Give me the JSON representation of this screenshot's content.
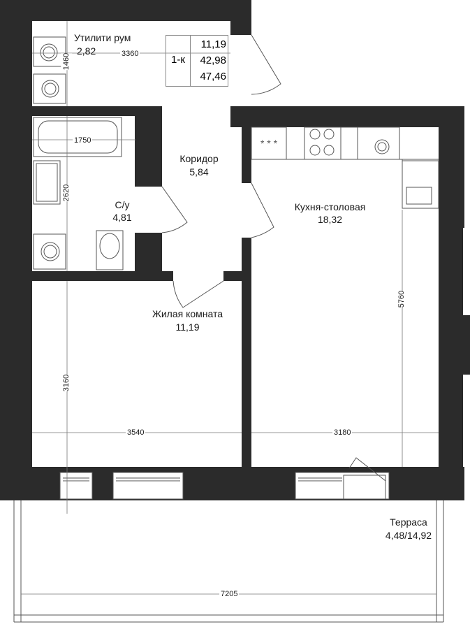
{
  "apartment": {
    "type": "1-к",
    "areas": [
      "11,19",
      "42,98",
      "47,46"
    ]
  },
  "rooms": {
    "utility": {
      "name": "Утилити рум",
      "area": "2,82"
    },
    "corridor": {
      "name": "Коридор",
      "area": "5,84"
    },
    "bathroom": {
      "name": "С/у",
      "area": "4,81"
    },
    "kitchen": {
      "name": "Кухня-столовая",
      "area": "18,32"
    },
    "living": {
      "name": "Жилая комната",
      "area": "11,19"
    },
    "terrace": {
      "name": "Терраса",
      "area": "4,48/14,92"
    }
  },
  "dimensions": {
    "utility_width": "3360",
    "utility_height": "1460",
    "bath_width": "1750",
    "bath_height": "2620",
    "living_height": "3160",
    "living_width": "3540",
    "kitchen_width": "3180",
    "kitchen_height": "5760",
    "terrace_width": "7205"
  },
  "colors": {
    "wall": "#2b2b2b",
    "line": "#555555",
    "background": "#ffffff"
  }
}
